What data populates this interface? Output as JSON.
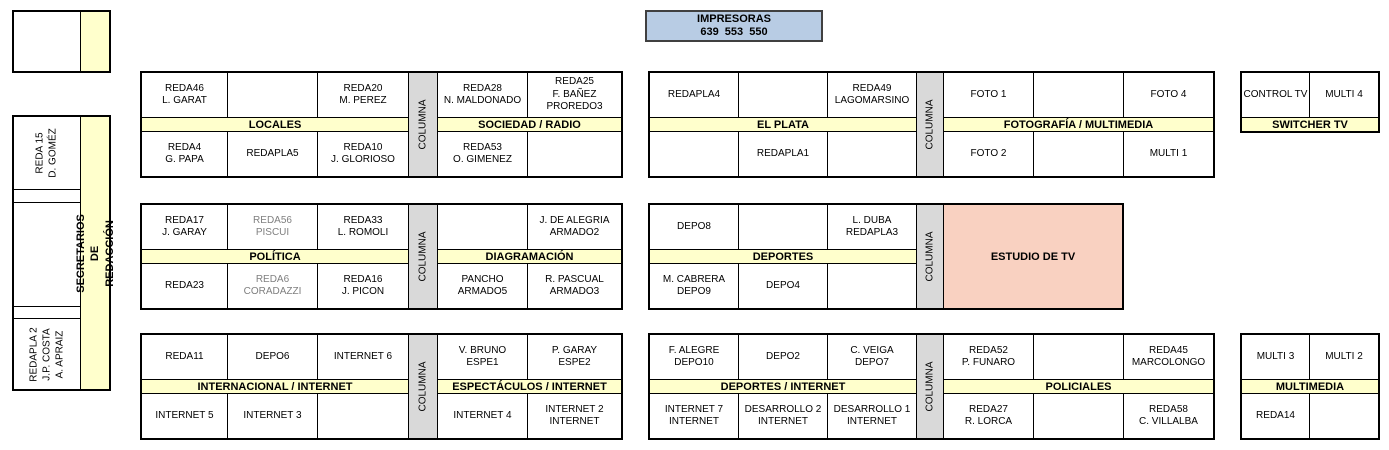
{
  "labels": {
    "column_strip": "COLUMNA"
  },
  "colors": {
    "band": "#FFFFCC",
    "column_strip": "#D9D9D9",
    "printer": "#B8CCE4",
    "studio": "#F9D1C1",
    "muted_text": "#7F7F7F"
  },
  "printer_box": {
    "title": "IMPRESORAS",
    "numbers": "639  553  550"
  },
  "left_panel": {
    "strip": "SECRETARIOS DE REDACCIÓN",
    "desk_top": "REDA 15\nD. GOMÉZ",
    "desk_bottom": "REDAPLA 2\nJ.P. COSTA\nA. APRAIZ"
  },
  "blocks": {
    "locales_sociedad": {
      "bands": [
        "LOCALES",
        "SOCIEDAD / RADIO"
      ],
      "top": [
        "REDA46\nL. GARAT",
        "",
        "REDA20\nM. PEREZ",
        "REDA28\nN. MALDONADO",
        "REDA25\nF. BAÑEZ\nPROREDO3"
      ],
      "bottom": [
        "REDA4\nG. PAPA",
        "REDAPLA5",
        "REDA10\nJ. GLORIOSO",
        "REDA53\nO. GIMENEZ",
        ""
      ]
    },
    "elplata_fotografia": {
      "bands": [
        "EL PLATA",
        "FOTOGRAFÍA / MULTIMEDIA"
      ],
      "top": [
        "REDAPLA4",
        "",
        "REDA49\nLAGOMARSINO",
        "FOTO 1",
        "",
        "FOTO 4"
      ],
      "bottom": [
        "",
        "REDAPLA1",
        "",
        "FOTO 2",
        "",
        "MULTI 1"
      ]
    },
    "switcher": {
      "bands": [
        "SWITCHER TV"
      ],
      "top": [
        "CONTROL TV",
        "MULTI 4"
      ]
    },
    "politica_diagramacion": {
      "bands": [
        "POLÍTICA",
        "DIAGRAMACIÓN"
      ],
      "top": [
        "REDA17\nJ. GARAY",
        "REDA56\nPISCUI",
        "REDA33\nL. ROMOLI",
        "",
        "J. DE ALEGRIA\nARMADO2"
      ],
      "bottom": [
        "REDA23",
        "REDA6\nCORADAZZI",
        "REDA16\nJ. PICON",
        "PANCHO\nARMADO5",
        "R. PASCUAL\nARMADO3"
      ]
    },
    "deportes_estudio": {
      "bands": [
        "DEPORTES"
      ],
      "studio": "ESTUDIO DE TV",
      "top": [
        "DEPO8",
        "",
        "L. DUBA\nREDAPLA3"
      ],
      "bottom": [
        "M. CABRERA\nDEPO9",
        "DEPO4",
        ""
      ]
    },
    "internacional_espectaculos": {
      "bands": [
        "INTERNACIONAL / INTERNET",
        "ESPECTÁCULOS / INTERNET"
      ],
      "top": [
        "REDA11",
        "DEPO6",
        "INTERNET 6",
        "V. BRUNO\nESPE1",
        "P. GARAY\nESPE2"
      ],
      "bottom": [
        "INTERNET 5",
        "INTERNET 3",
        "",
        "INTERNET 4",
        "INTERNET 2\nINTERNET"
      ]
    },
    "deportesinternet_policiales": {
      "bands": [
        "DEPORTES / INTERNET",
        "POLICIALES"
      ],
      "top": [
        "F. ALEGRE\nDEPO10",
        "DEPO2",
        "C. VEIGA\nDEPO7",
        "REDA52\nP. FUNARO",
        "",
        "REDA45\nMARCOLONGO"
      ],
      "bottom": [
        "INTERNET 7\nINTERNET",
        "DESARROLLO 2\nINTERNET",
        "DESARROLLO 1\nINTERNET",
        "REDA27\nR. LORCA",
        "",
        "REDA58\nC. VILLALBA"
      ]
    },
    "multimedia": {
      "bands": [
        "MULTIMEDIA"
      ],
      "top": [
        "MULTI 3",
        "MULTI 2"
      ],
      "bottom": [
        "REDA14",
        ""
      ]
    }
  }
}
